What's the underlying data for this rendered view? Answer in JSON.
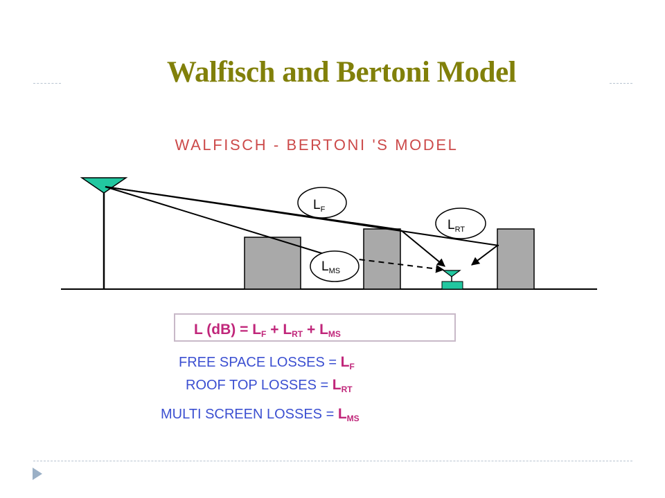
{
  "title": "Walfisch and Bertoni Model",
  "diagram": {
    "heading": "WALFISCH - BERTONI 'S MODEL",
    "labels": {
      "lf": {
        "main": "L",
        "sub": "F"
      },
      "lrt": {
        "main": "L",
        "sub": "RT"
      },
      "lms": {
        "main": "L",
        "sub": "MS"
      }
    },
    "formula": {
      "lhs": "L (dB) = ",
      "t1": {
        "main": "L",
        "sub": "F"
      },
      "op1": " + ",
      "t2": {
        "main": "L",
        "sub": "RT"
      },
      "op2": " + ",
      "t3": {
        "main": "L",
        "sub": "MS"
      }
    },
    "legend": [
      {
        "text": "FREE SPACE LOSSES = ",
        "sym": {
          "main": "L",
          "sub": "F"
        }
      },
      {
        "text": "ROOF TOP LOSSES = ",
        "sym": {
          "main": "L",
          "sub": "RT"
        }
      },
      {
        "text": "MULTI SCREEN LOSSES = ",
        "sym": {
          "main": "L",
          "sub": "MS"
        }
      }
    ]
  },
  "colors": {
    "title": "#81800a",
    "heading": "#cc4a4a",
    "formula": "#c0267a",
    "legend": "#3b4fd1",
    "antenna": "#22c7a0",
    "building": "#a9a9a9",
    "rule": "#b7c3d0",
    "nav": "#9bb0c6"
  },
  "icons": {
    "nav": "triangle-right-icon"
  }
}
